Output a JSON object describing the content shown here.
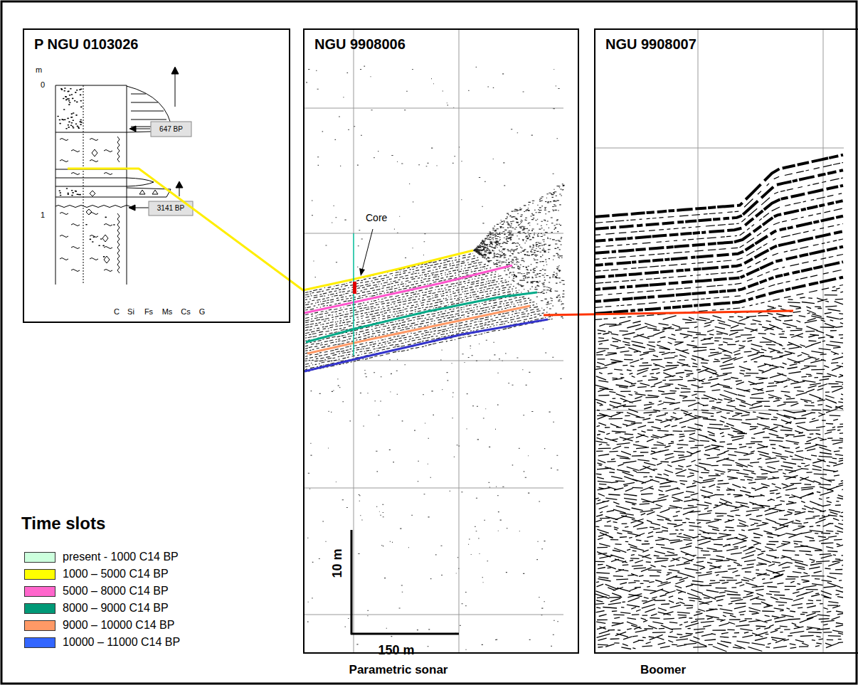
{
  "diagram": {
    "nodes": [
      {
        "text": [
          "P NGU 0103026"
        ]
      },
      {
        "text": [
          "NGU 9908006"
        ]
      },
      {
        "text": [
          "NGU 9908007"
        ]
      }
    ],
    "labels": [
      "m",
      "0",
      "1",
      "647 BP",
      "3141 BP",
      "C",
      "Si",
      "Fs",
      "Ms",
      "Cs",
      "G",
      "Core",
      "10 m",
      "150 m",
      "Parametric sonar",
      "Boomer",
      "Time slots"
    ],
    "legend": [
      {
        "text": "present - 1000 C14 BP",
        "color": "#ccffdd"
      },
      {
        "text": "1000 – 5000 C14 BP",
        "color": "#ffff00"
      },
      {
        "text": "5000 – 8000 C14 BP",
        "color": "#ff66cc"
      },
      {
        "text": "8000 – 9000 C14 BP",
        "color": "#009977"
      },
      {
        "text": "9000 – 10000 C14 BP",
        "color": "#ff9966"
      },
      {
        "text": "10000 – 11000 C14 BP",
        "color": "#3366ff"
      }
    ]
  }
}
